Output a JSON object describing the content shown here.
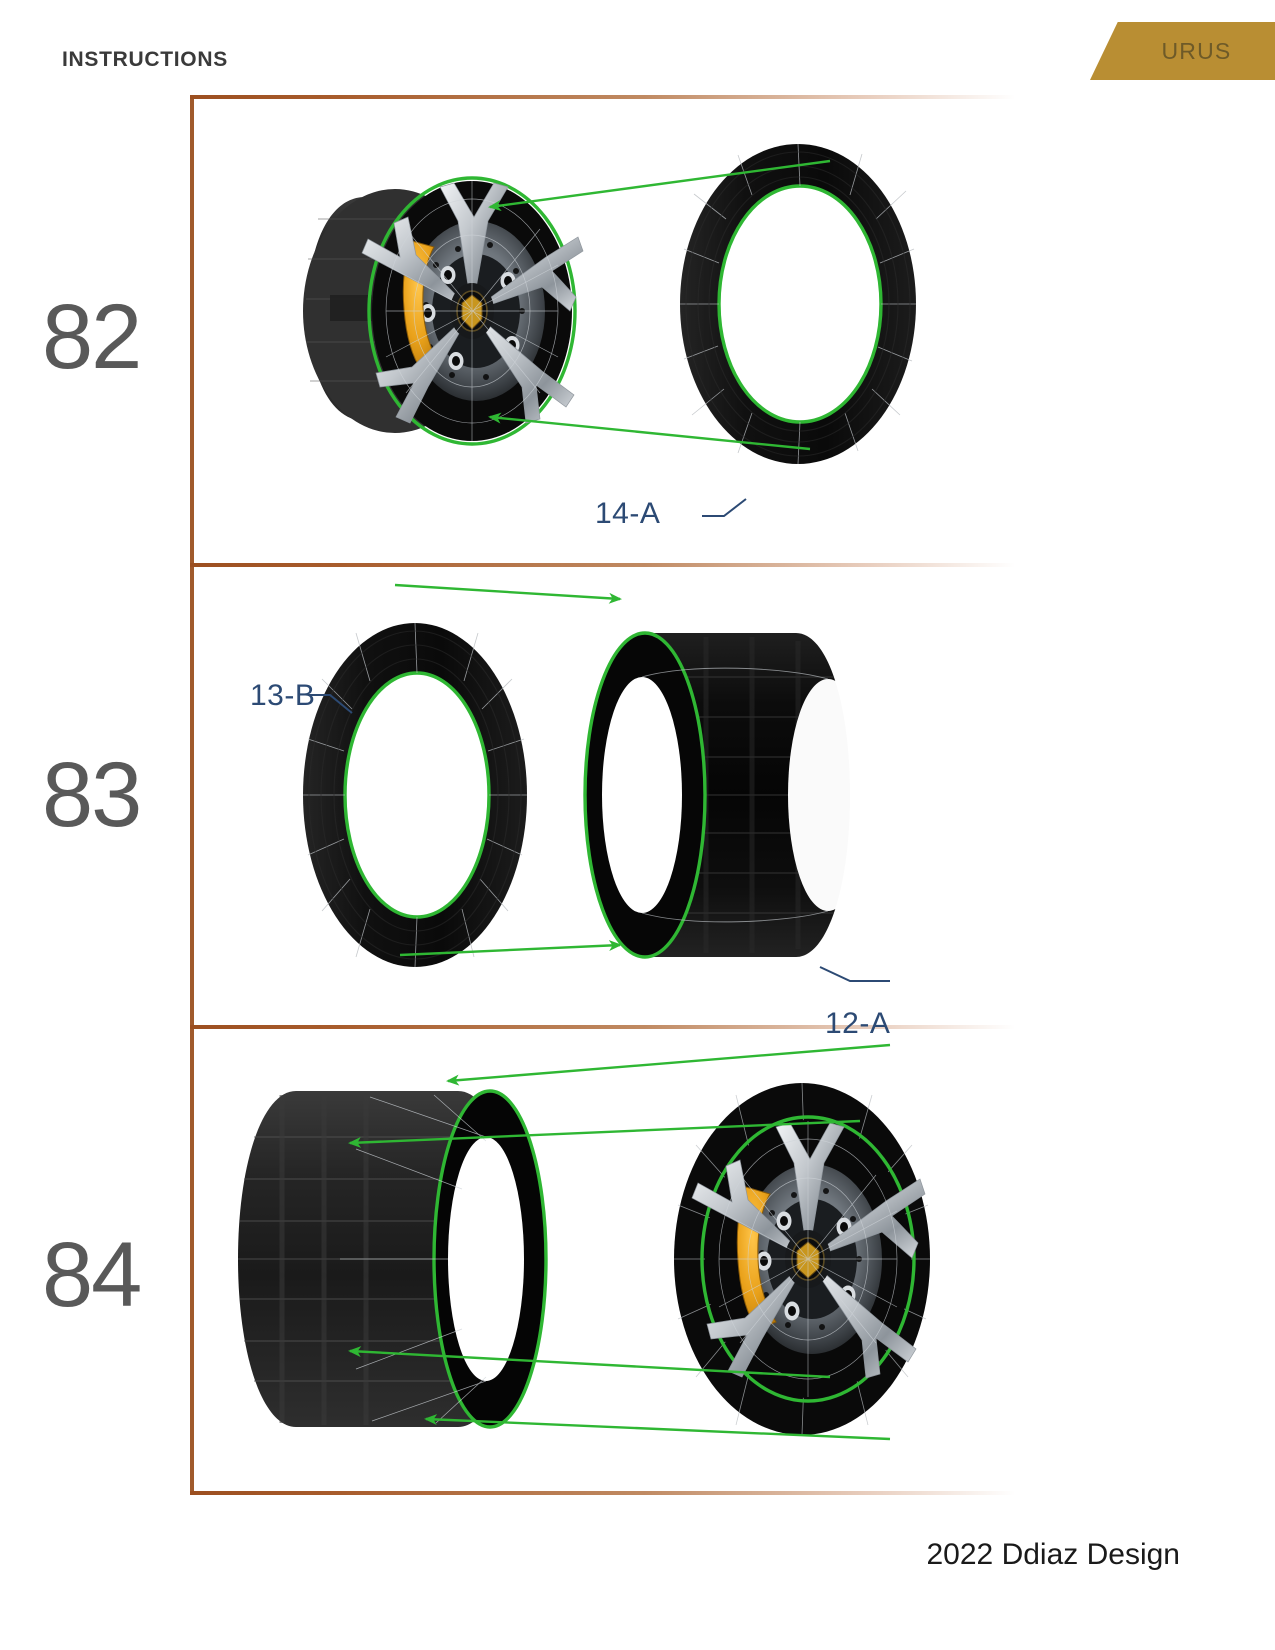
{
  "header": {
    "title": "INSTRUCTIONS",
    "tab_label": "URUS",
    "tab_color": "#b98e33"
  },
  "theme": {
    "divider_color": "#a05a2c",
    "step_number_color": "#595959",
    "callout_color": "#2c4a74",
    "highlight_color": "#2fb733",
    "arrow_color": "#2fb733",
    "rim_color": "#c9cdd2",
    "caliper_color": "#e8a21c",
    "badge_color": "#c8961e",
    "tire_color": "#0d0d0d"
  },
  "steps": [
    {
      "number": "82",
      "parts": [
        {
          "name": "wheel-rim-assembly",
          "kind": "wheel"
        },
        {
          "name": "tire-ring",
          "kind": "ring"
        }
      ],
      "callouts": [
        {
          "id": "14-A"
        }
      ],
      "arrows": 2
    },
    {
      "number": "83",
      "parts": [
        {
          "name": "tire-ring",
          "kind": "ring"
        },
        {
          "name": "tire-tread-barrel",
          "kind": "barrel"
        }
      ],
      "callouts": [
        {
          "id": "13-B"
        },
        {
          "id": "12-A"
        }
      ],
      "arrows": 2
    },
    {
      "number": "84",
      "parts": [
        {
          "name": "tire-tread-barrel",
          "kind": "barrel"
        },
        {
          "name": "wheel-rim-assembly",
          "kind": "wheel"
        }
      ],
      "callouts": [],
      "arrows": 4
    }
  ],
  "footer": {
    "credit": "2022 Ddiaz Design"
  }
}
